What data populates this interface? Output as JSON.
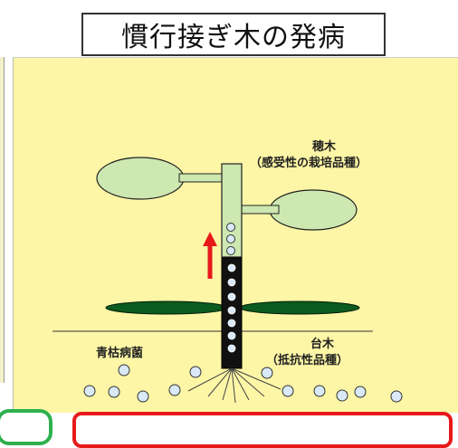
{
  "title": "慣行接ぎ木の発病",
  "labels": {
    "scion": "穂木",
    "scion_detail": "（感受性の栽培品種）",
    "rootstock": "台木",
    "rootstock_detail": "（抵抗性品種）",
    "pathogen": "青枯病菌"
  },
  "colors": {
    "panel_background": "#fdf6a6",
    "leaf_upper": "#cde8b0",
    "leaf_lower": "#0b5a1e",
    "rootstock_stem": "#111111",
    "arrow": "#e8191b",
    "bacteria": "#d9e9f7"
  }
}
